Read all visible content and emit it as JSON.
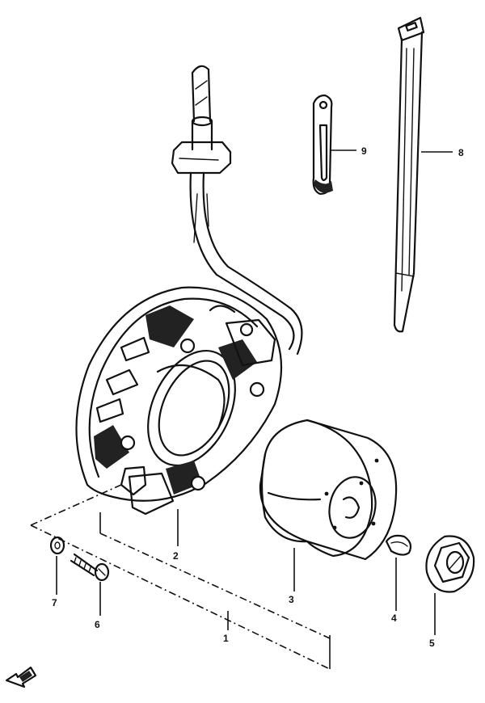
{
  "callouts": [
    {
      "id": "1",
      "label": "1"
    },
    {
      "id": "2",
      "label": "2"
    },
    {
      "id": "3",
      "label": "3"
    },
    {
      "id": "4",
      "label": "4"
    },
    {
      "id": "5",
      "label": "5"
    },
    {
      "id": "6",
      "label": "6"
    },
    {
      "id": "7",
      "label": "7"
    },
    {
      "id": "8",
      "label": "8"
    },
    {
      "id": "9",
      "label": "9"
    }
  ],
  "colors": {
    "line": "#111111",
    "background": "#ffffff"
  },
  "icons": {
    "front_arrow": "front-direction-arrow-icon"
  }
}
